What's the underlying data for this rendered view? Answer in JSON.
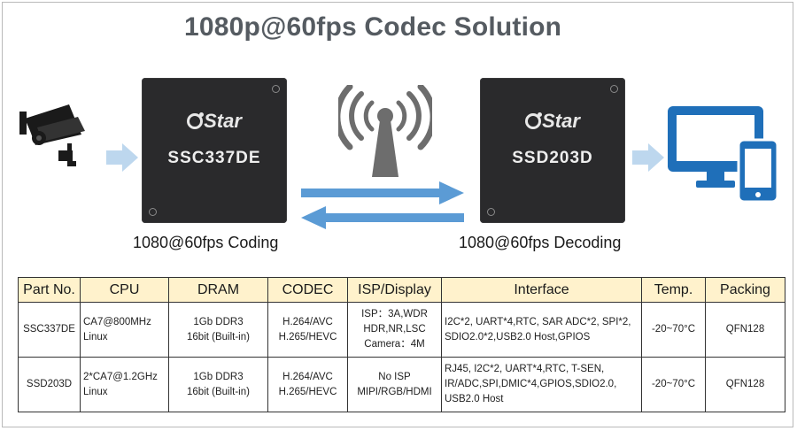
{
  "title": "1080p@60fps Codec Solution",
  "chips": [
    {
      "brand": "Star",
      "model": "SSC337DE"
    },
    {
      "brand": "Star",
      "model": "SSD203D"
    }
  ],
  "captions": {
    "coding": "1080@60fps Coding",
    "decoding": "1080@60fps Decoding"
  },
  "icons": {
    "camera": "cctv-camera-icon",
    "antenna": "wireless-antenna-icon",
    "display": "monitor-and-phone-icon"
  },
  "colors": {
    "arrow_blue": "#5b9bd5",
    "arrow_light": "#bdd7ee",
    "header_bg": "#fff2cc",
    "chip": "#2a2a2c",
    "icon_gray": "#6d6d6d",
    "title": "#555b61",
    "display_blue": "#1f6fb9"
  },
  "table": {
    "headers": [
      "Part No.",
      "CPU",
      "DRAM",
      "CODEC",
      "ISP/Display",
      "Interface",
      "Temp.",
      "Packing"
    ],
    "rows": [
      {
        "part": "SSC337DE",
        "cpu": [
          "CA7@800MHz",
          "Linux"
        ],
        "dram": [
          "1Gb DDR3",
          "16bit (Built-in)"
        ],
        "codec": [
          "H.264/AVC",
          "H.265/HEVC"
        ],
        "isp": [
          "ISP：3A,WDR",
          "HDR,NR,LSC",
          "Camera：4M"
        ],
        "interface": [
          "I2C*2, UART*4,RTC, SAR ADC*2, SPI*2,",
          "SDIO2.0*2,USB2.0 Host,GPIOS"
        ],
        "temp": "-20~70°C",
        "packing": "QFN128"
      },
      {
        "part": "SSD203D",
        "cpu": [
          "2*CA7@1.2GHz",
          "Linux"
        ],
        "dram": [
          "1Gb DDR3",
          "16bit (Built-in)"
        ],
        "codec": [
          "H.264/AVC",
          "H.265/HEVC"
        ],
        "isp": [
          "No ISP",
          "MIPI/RGB/HDMI"
        ],
        "interface": [
          "RJ45, I2C*2, UART*4,RTC, T-SEN,",
          "IR/ADC,SPI,DMIC*4,GPIOS,SDIO2.0,",
          "USB2.0 Host"
        ],
        "temp": "-20~70°C",
        "packing": "QFN128"
      }
    ]
  }
}
